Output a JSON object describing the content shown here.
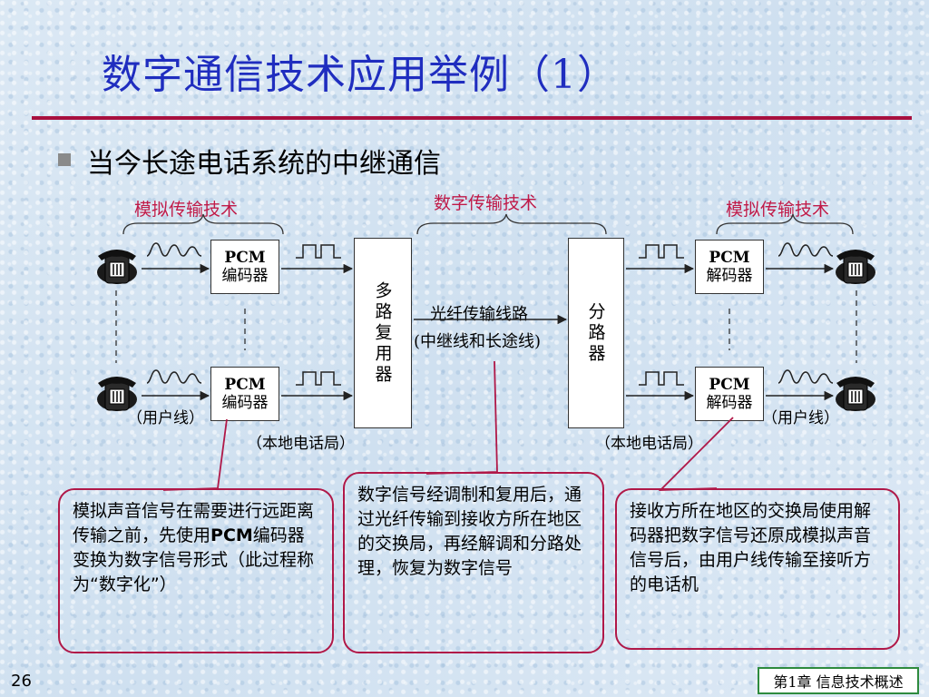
{
  "title": "数字通信技术应用举例（1）",
  "bullet": "当今长途电话系统的中继通信",
  "labels": {
    "analog_left": "模拟传输技术",
    "digital": "数字传输技术",
    "analog_right": "模拟传输技术",
    "fiber_line": "光纤传输线路",
    "fiber_sub": "(中继线和长途线)",
    "user_line_left": "（用户线）",
    "user_line_right": "（用户线）",
    "local_office_left": "（本地电话局）",
    "local_office_right": "（本地电话局）"
  },
  "boxes": {
    "encoder_name": "PCM",
    "encoder_sub": "编码器",
    "decoder_name": "PCM",
    "decoder_sub": "解码器",
    "mux": "多路复用器",
    "demux": "分路器"
  },
  "callouts": {
    "left_pre": "模拟声音信号在需要进行远距离传输之前，先使用",
    "left_strong": "PCM",
    "left_post": "编码器变换为数字信号形式（此过程称为“数字化”）",
    "middle": "数字信号经调制和复用后，通过光纤传输到接收方所在地区的交换局，再经解调和分路处理，恢复为数字信号",
    "right": "接收方所在地区的交换局使用解码器把数字信号还原成模拟声音信号后，由用户线传输至接听方的电话机"
  },
  "footer": {
    "page_number": "26",
    "chapter": "第1章 信息技术概述"
  },
  "colors": {
    "title": "#1f2dbf",
    "rule": "#a8103e",
    "red_label": "#c01a48",
    "callout_border": "#b01848",
    "chapter_border": "#2e8b3e"
  },
  "icons": [
    "telephone-icon",
    "analog-wave-icon",
    "digital-pulse-icon",
    "arrow-right-icon"
  ]
}
